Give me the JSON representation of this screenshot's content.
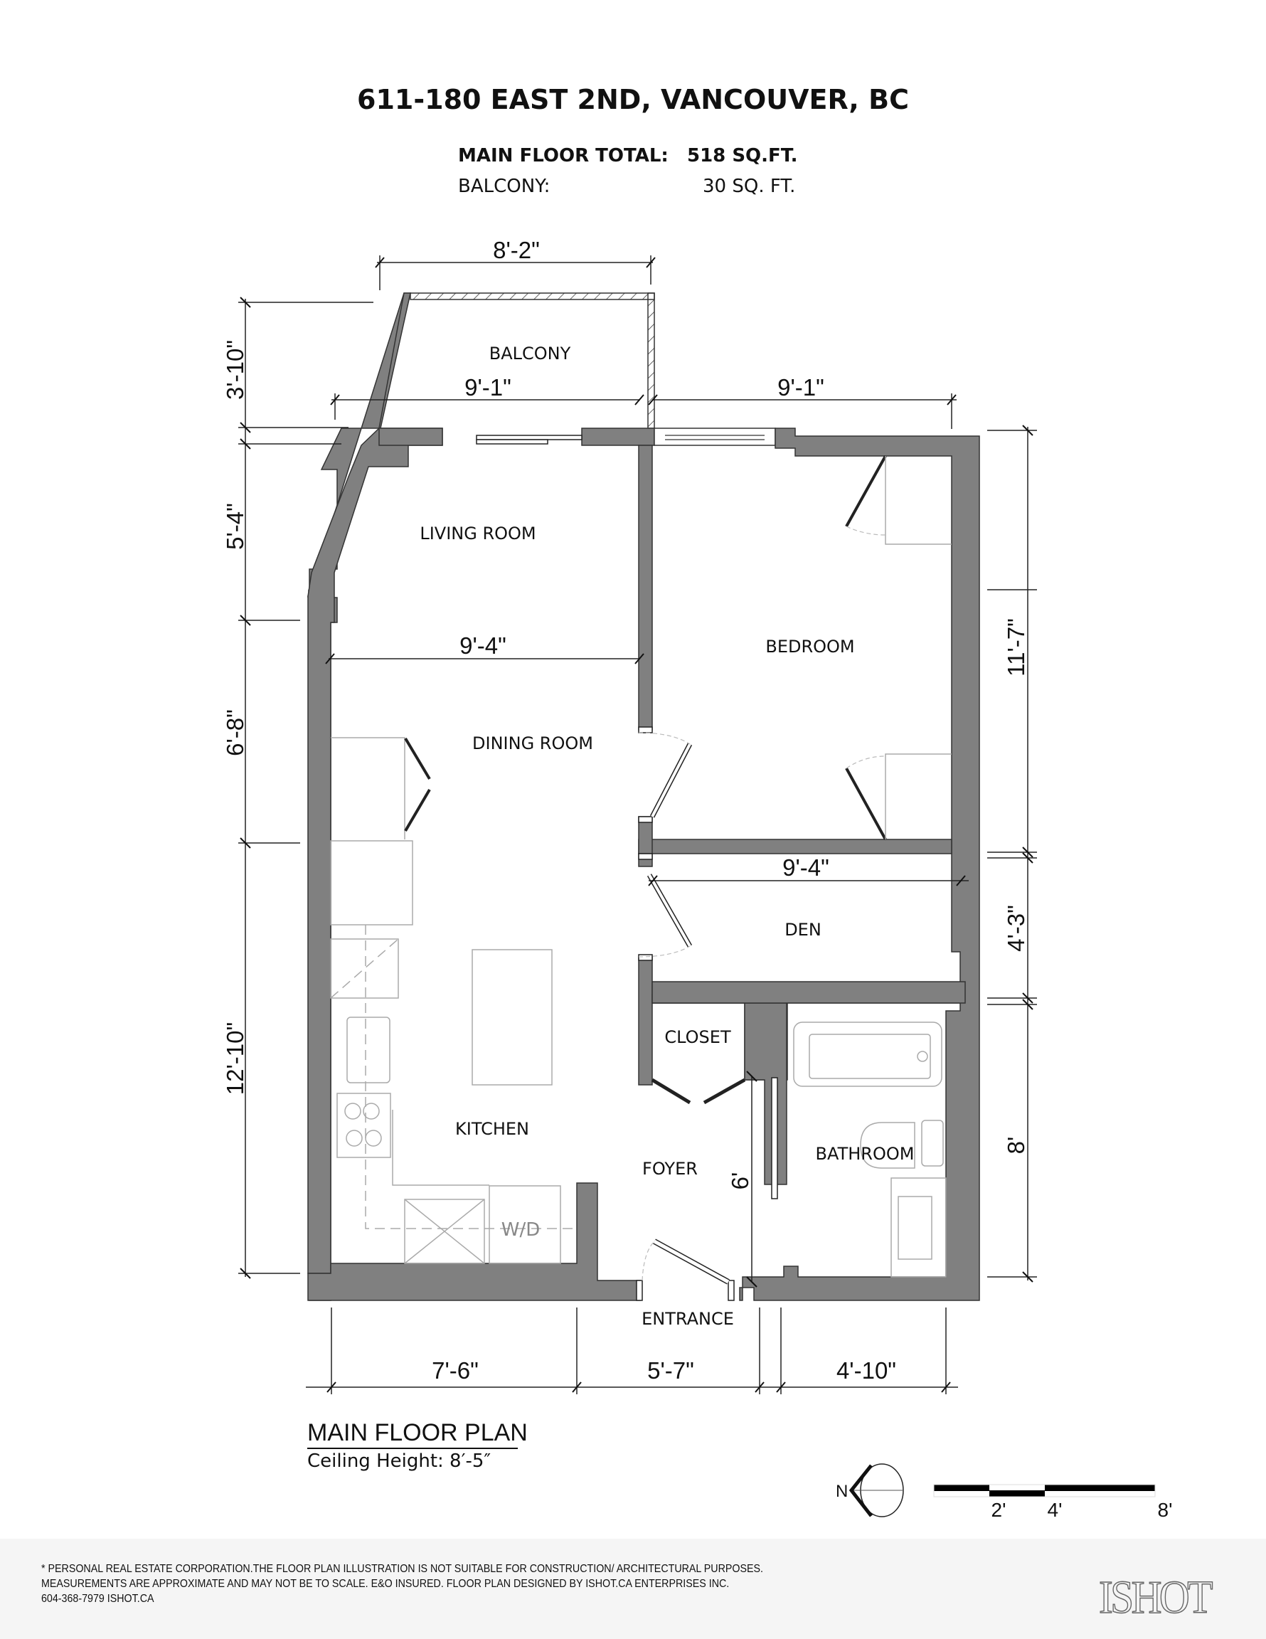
{
  "header": {
    "address": "611-180 EAST 2ND, VANCOUVER, BC",
    "main_floor_label": "MAIN FLOOR TOTAL:",
    "main_floor_value": "518 SQ.FT.",
    "balcony_label": "BALCONY:",
    "balcony_value": "30 SQ. FT."
  },
  "rooms": {
    "balcony": "BALCONY",
    "living_room": "LIVING ROOM",
    "bedroom": "BEDROOM",
    "dining_room": "DINING ROOM",
    "den": "DEN",
    "closet": "CLOSET",
    "kitchen": "KITCHEN",
    "foyer": "FOYER",
    "bathroom": "BATHROOM",
    "entrance": "ENTRANCE",
    "washer_dryer": "W/D"
  },
  "dimensions": {
    "balcony_width": "8'-2\"",
    "living_width": "9'-1\"",
    "bedroom_width": "9'-1\"",
    "dining_width": "9'-4\"",
    "den_width": "9'-4\"",
    "left_balcony_depth": "3'-10\"",
    "left_living_depth": "5'-4\"",
    "left_dining_depth": "6'-8\"",
    "left_kitchen_depth": "12'-10\"",
    "right_bedroom_depth": "11'-7\"",
    "right_den_depth": "4'-3\"",
    "right_bath_depth": "8'",
    "foyer_depth": "6'",
    "bottom_kitchen": "7'-6\"",
    "bottom_foyer": "5'-7\"",
    "bottom_bath": "4'-10\""
  },
  "plan": {
    "title": "MAIN FLOOR PLAN",
    "ceiling": "Ceiling Height: 8′-5″"
  },
  "compass": {
    "label": "N",
    "icon": "north-arrow-icon"
  },
  "scale_bar": {
    "ticks": [
      "2'",
      "4'",
      "8'"
    ]
  },
  "footer": {
    "line1": "* PERSONAL REAL ESTATE CORPORATION.THE FLOOR PLAN ILLUSTRATION IS NOT SUITABLE FOR CONSTRUCTION/ ARCHITECTURAL PURPOSES.",
    "line2": "MEASUREMENTS ARE APPROXIMATE AND MAY NOT BE TO SCALE. E&O INSURED. FLOOR PLAN DESIGNED BY ISHOT.CA ENTERPRISES INC.",
    "line3": "604-368-7979  ISHOT.CA",
    "logo": "ISHOT"
  },
  "colors": {
    "wall": "#808080",
    "footer_bg": "#f5f5f5"
  }
}
